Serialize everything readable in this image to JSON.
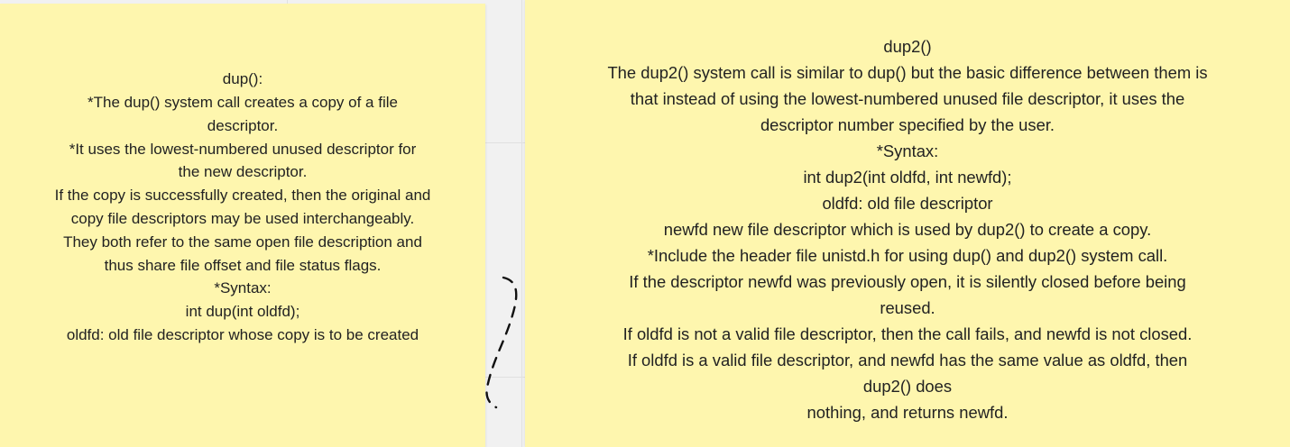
{
  "board": {
    "background_color": "#f1f1f1",
    "note_color": "#fef6ae"
  },
  "note_left": {
    "lines": [
      "dup():",
      "*The dup() system call creates a copy of a file",
      "descriptor.",
      "*It uses the lowest-numbered unused descriptor for",
      "the new descriptor.",
      "If the copy is successfully created, then the original and",
      "copy file descriptors may be used interchangeably.",
      "They both refer to the same open file description and",
      "thus share file offset and file status flags.",
      "*Syntax:",
      "int dup(int oldfd);",
      "oldfd: old file descriptor whose copy is to be created"
    ]
  },
  "note_right": {
    "lines": [
      "dup2()",
      "The dup2() system call is similar to dup() but the basic difference between them is",
      "that instead of using the lowest-numbered unused file descriptor, it uses the",
      "descriptor number specified by the user.",
      "*Syntax:",
      "int dup2(int oldfd, int newfd);",
      "oldfd: old file descriptor",
      "newfd new file descriptor which is used by dup2() to create a copy.",
      "*Include the header file unistd.h for using dup() and dup2() system call.",
      "If the descriptor newfd was previously open, it is silently closed before being",
      "reused.",
      "If oldfd is not a valid file descriptor, then the call fails, and newfd is not closed.",
      "If oldfd is a valid file descriptor, and newfd has the same value as oldfd, then",
      "dup2() does",
      "nothing, and returns newfd."
    ]
  },
  "connector": {
    "style": "dashed",
    "color": "#111111"
  }
}
